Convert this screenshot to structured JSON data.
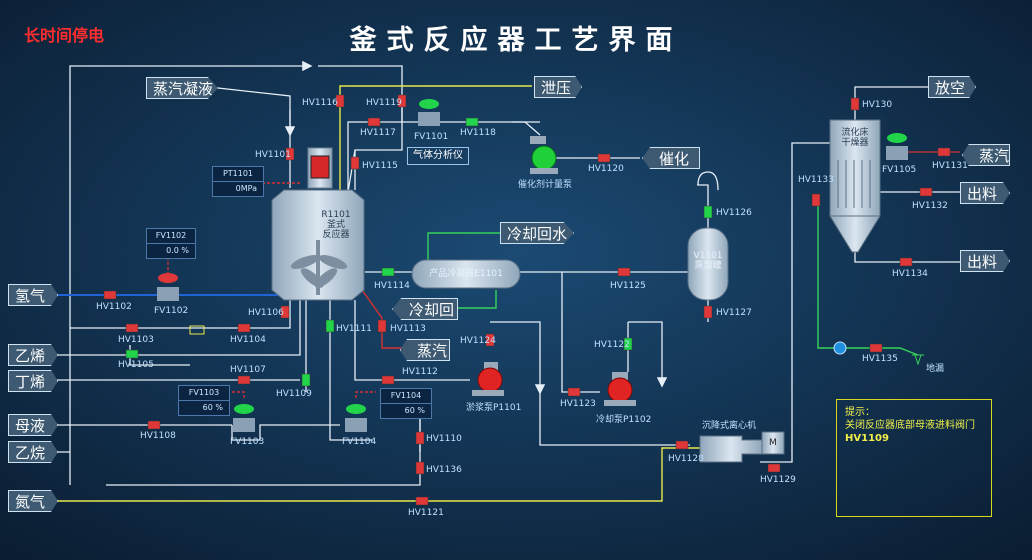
{
  "title": "釜式反应器工艺界面",
  "alarm": "长时间停电",
  "streams_in": {
    "h2": "氢气",
    "ethylene": "乙烯",
    "butene": "丁烯",
    "mother": "母液",
    "ethane": "乙烷",
    "nitrogen": "氮气"
  },
  "streams_out": {
    "condensate": "蒸汽凝液",
    "relief": "泄压",
    "catalyst": "催化剂",
    "cw_return_top": "冷却回水",
    "cw_return_bottom": "冷却回水",
    "steam_mid": "蒸汽",
    "vent": "放空",
    "steam_right": "蒸汽",
    "out1": "出料",
    "out2": "出料"
  },
  "equipment": {
    "reactor": "R1101\n釜式\n反应器",
    "cooler": "产品冷凝器E1101",
    "flash": "V1101\n蒸馏罐",
    "dryer": "流化床\n干燥器",
    "centrifuge": "沉降式离心机",
    "motor": "M",
    "cat_pump": "催化剂计量泵",
    "slurry_pump": "淤浆泵P1101",
    "cool_pump": "冷却泵P1102",
    "analyzer": "气体分析仪",
    "trench": "地漏"
  },
  "indicators": {
    "pt1101": {
      "tag": "PT1101",
      "value": "0MPa"
    },
    "fv1102": {
      "tag": "FV1102",
      "value": "0.0 %"
    },
    "fv1103": {
      "tag": "FV1103",
      "value": "60 %"
    },
    "fv1104": {
      "tag": "FV1104",
      "value": "60 %"
    }
  },
  "valves": {
    "hv1101": "HV1101",
    "hv1102": "HV1102",
    "hv1103": "HV1103",
    "hv1104": "HV1104",
    "hv1105": "HV1105",
    "hv1106": "HV1106",
    "hv1107": "HV1107",
    "hv1108": "HV1108",
    "hv1109": "HV1109",
    "hv1110": "HV1110",
    "hv1111": "HV1111",
    "hv1112": "HV1112",
    "hv1113": "HV1113",
    "hv1114": "HV1114",
    "hv1115": "HV1115",
    "hv1116": "HV1116",
    "hv1117": "HV1117",
    "hv1118": "HV1118",
    "hv1119": "HV1119",
    "hv1120": "HV1120",
    "hv1121": "HV1121",
    "hv1122": "HV1122",
    "hv1123": "HV1123",
    "hv1124": "HV1124",
    "hv1125": "HV1125",
    "hv1126": "HV1126",
    "hv1127": "HV1127",
    "hv1128": "HV1128",
    "hv1129": "HV1129",
    "hv130": "HV130",
    "hv1131": "HV1131",
    "hv1132": "HV1132",
    "hv1133": "HV1133",
    "hv1134": "HV1134",
    "hv1135": "HV1135",
    "hv1136": "HV1136",
    "fv1101": "FV1101",
    "fv1102": "FV1102",
    "fv1103": "FV1103",
    "fv1104": "FV1104",
    "fv1105": "FV1105"
  },
  "hint": {
    "title": "提示：",
    "line": "关闭反应器底部母液进料阀门",
    "tag": "HV1109"
  },
  "colors": {
    "bg": "#0f2a44",
    "pipe": "#e6eef6",
    "h2_pipe": "#1f63d6",
    "yellow_pipe": "#e8e84a",
    "green_pipe": "#35d25a",
    "red_pipe": "#d83030",
    "valve_closed": "#e03838",
    "valve_open": "#22d44a"
  }
}
